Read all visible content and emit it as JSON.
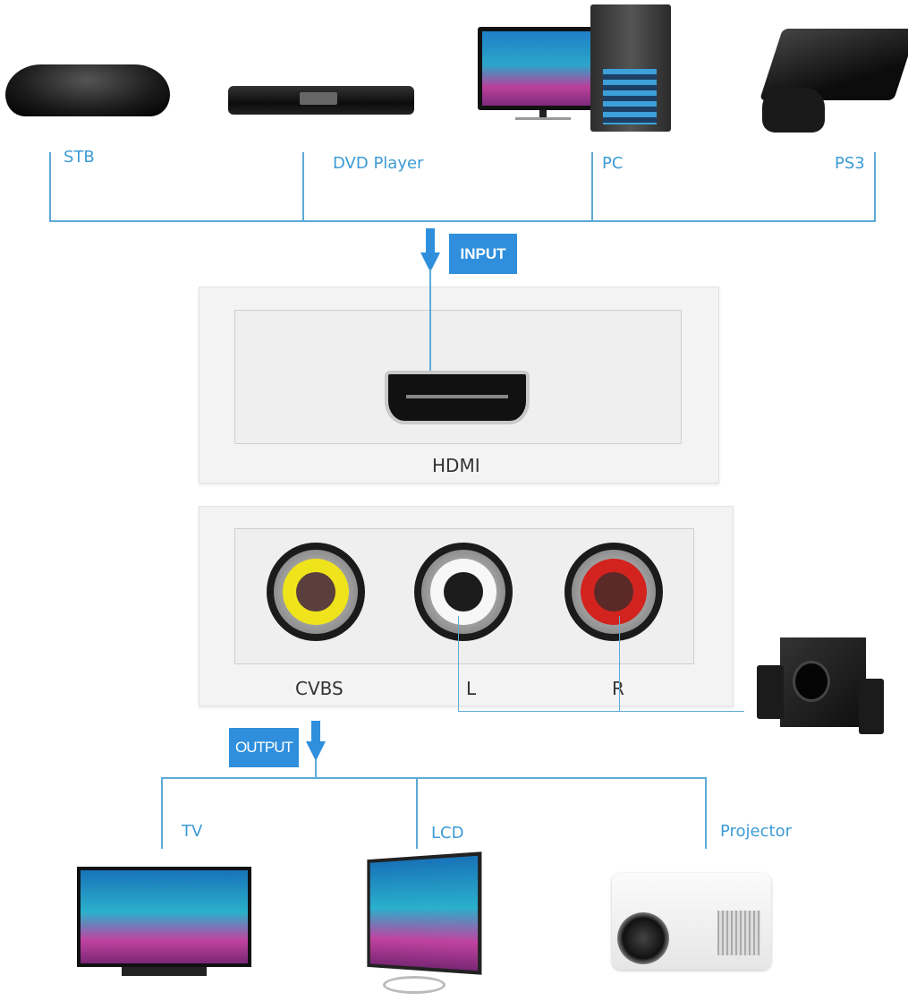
{
  "colors": {
    "line": "#5ea9d6",
    "label_text": "#3d9bd4",
    "tag_bg": "#2f8fdc",
    "tag_text": "#ffffff",
    "rca_video": "#f2e81a",
    "rca_left": "#f7f7f7",
    "rca_right": "#d3231f"
  },
  "input_sources": [
    {
      "id": "stb",
      "label": "STB"
    },
    {
      "id": "dvd",
      "label": "DVD Player"
    },
    {
      "id": "pc",
      "label": "PC"
    },
    {
      "id": "ps3",
      "label": "PS3"
    }
  ],
  "input_tag": "INPUT",
  "converter": {
    "input_port": "HDMI",
    "output_ports": [
      {
        "id": "cvbs",
        "label": "CVBS",
        "color": "yellow"
      },
      {
        "id": "l",
        "label": "L",
        "color": "white"
      },
      {
        "id": "r",
        "label": "R",
        "color": "red"
      }
    ]
  },
  "audio_output": {
    "id": "speakers",
    "label": ""
  },
  "output_tag": "OUTPUT",
  "output_devices": [
    {
      "id": "tv",
      "label": "TV"
    },
    {
      "id": "lcd",
      "label": "LCD"
    },
    {
      "id": "projector",
      "label": "Projector"
    }
  ]
}
